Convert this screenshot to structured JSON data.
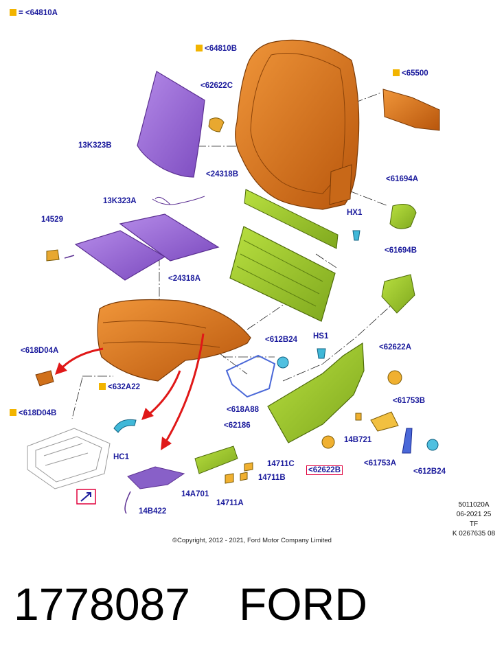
{
  "legend": {
    "text": "= <64810A",
    "color": "#f2b400"
  },
  "labels": {
    "l64810b": "<64810B",
    "l65500": "<65500",
    "l62622c": "<62622C",
    "l13k323b": "13K323B",
    "l24318b": "<24318B",
    "l61694a": "<61694A",
    "l13k323a": "13K323A",
    "l14529": "14529",
    "hx1": "HX1",
    "l61694b": "<61694B",
    "l24318a": "<24318A",
    "l612b24_top": "<612B24",
    "hs1": "HS1",
    "l62622a": "<62622A",
    "l618d04a": "<618D04A",
    "l632a22": "<632A22",
    "l618a88": "<618A88",
    "l61753b": "<61753B",
    "l618d04b": "<618D04B",
    "l62186": "<62186",
    "l14b721": "14B721",
    "hc1": "HC1",
    "l61753a": "<61753A",
    "l62622b": "<62622B",
    "l612b24_bot": "<612B24",
    "l14711c": "14711C",
    "l14711b": "14711B",
    "l14a701": "14A701",
    "l14711a": "14711A",
    "l14b422": "14B422"
  },
  "meta_block": [
    "5011020A",
    "06-2021 25",
    "TF",
    "K 0267635 08"
  ],
  "copyright": "©Copyright, 2012 - 2021, Ford Motor Company Limited",
  "part_number": "1778087",
  "brand": "FORD",
  "colors": {
    "label": "#1a1a9c",
    "foam_orange": "#d96a14",
    "cover_purple": "#a070d8",
    "frame_green": "#9ccc2a",
    "arrow_red": "#e01818",
    "legend_yellow": "#f2b400",
    "highlight_box": "#e0003c"
  }
}
